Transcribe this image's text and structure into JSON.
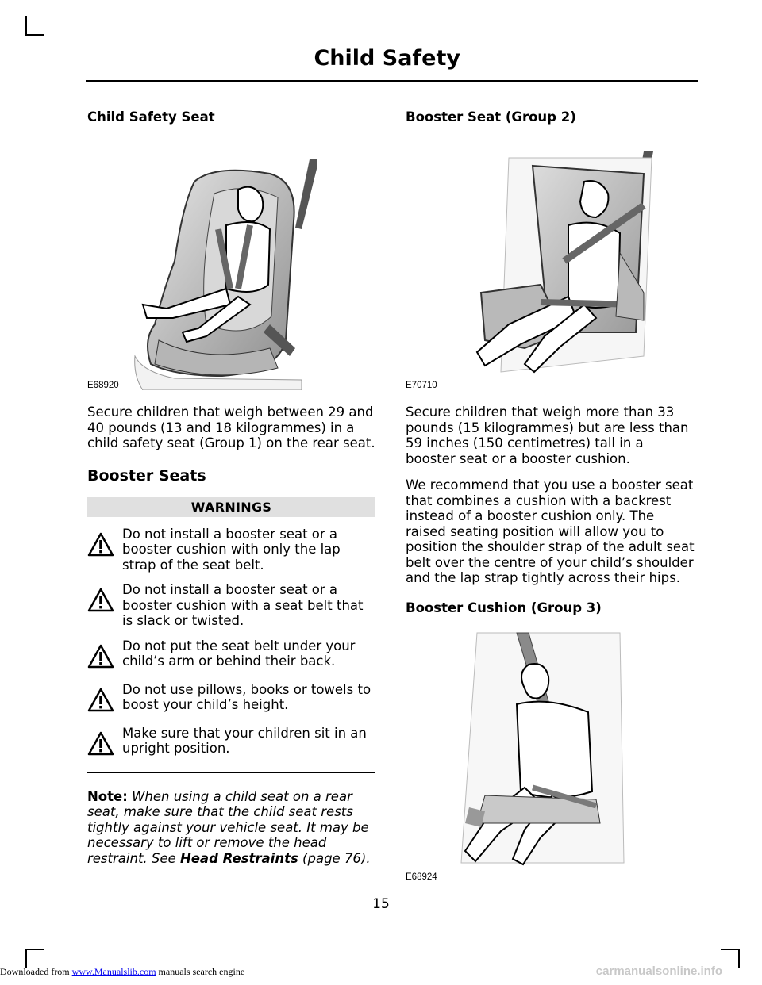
{
  "header": {
    "title": "Child Safety"
  },
  "left": {
    "heading1": "Child Safety Seat",
    "figure1_code": "E68920",
    "para1": "Secure children that weigh between 29 and 40 pounds (13 and 18 kilogrammes) in a child safety seat (Group 1) on the rear seat.",
    "heading2": "Booster Seats",
    "warnings_title": "WARNINGS",
    "warnings": [
      "Do not install a booster seat or a booster cushion with only the lap strap of the seat belt.",
      "Do not install a booster seat or a booster cushion with a seat belt that is slack or twisted.",
      "Do not put the seat belt under your child’s arm or behind their back.",
      "Do not use pillows, books or towels to boost your child’s height.",
      "Make sure that your children sit in an upright position."
    ],
    "note_label": "Note:",
    "note_body": "When using a child seat on a rear seat, make sure that the child seat rests tightly against your vehicle seat. It may be necessary to lift or remove the head restraint.  See",
    "note_link": "Head Restraints",
    "note_ref": "(page 76)."
  },
  "right": {
    "heading1": "Booster Seat (Group 2)",
    "figure1_code": "E70710",
    "para1": "Secure children that weigh more than 33 pounds (15 kilogrammes) but are less than 59 inches (150 centimetres) tall in a booster seat or a booster cushion.",
    "para2": "We recommend that you use a booster seat that combines a cushion with a backrest instead of a booster cushion only. The raised seating position will allow you to position the shoulder strap of the adult seat belt over the centre of your child’s shoulder and the lap strap tightly across their hips.",
    "heading2": "Booster Cushion (Group 3)",
    "figure2_code": "E68924"
  },
  "page_number": "15",
  "footer": {
    "prefix": "Downloaded from",
    "link": "www.Manualslib.com",
    "suffix": "manuals search engine",
    "watermark": "carmanualsonline.info"
  }
}
